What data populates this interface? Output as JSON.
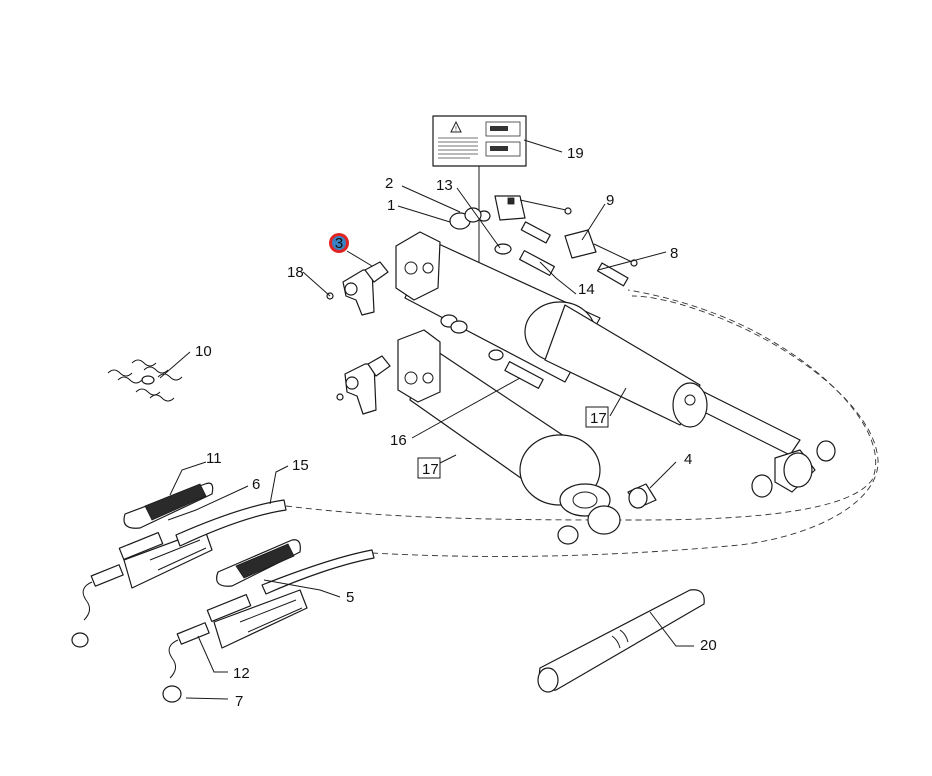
{
  "highlight": {
    "label": "3",
    "color": "#e02424",
    "inner_color": "#3b82c4"
  },
  "callouts": {
    "c1": "1",
    "c2": "2",
    "c4": "4",
    "c5": "5",
    "c6": "6",
    "c7": "7",
    "c8": "8",
    "c9": "9",
    "c10": "10",
    "c11": "11",
    "c12": "12",
    "c13": "13",
    "c14": "14",
    "c15": "15",
    "c16": "16",
    "c17a": "17",
    "c17b": "17",
    "c18": "18",
    "c19": "19",
    "c20": "20"
  }
}
